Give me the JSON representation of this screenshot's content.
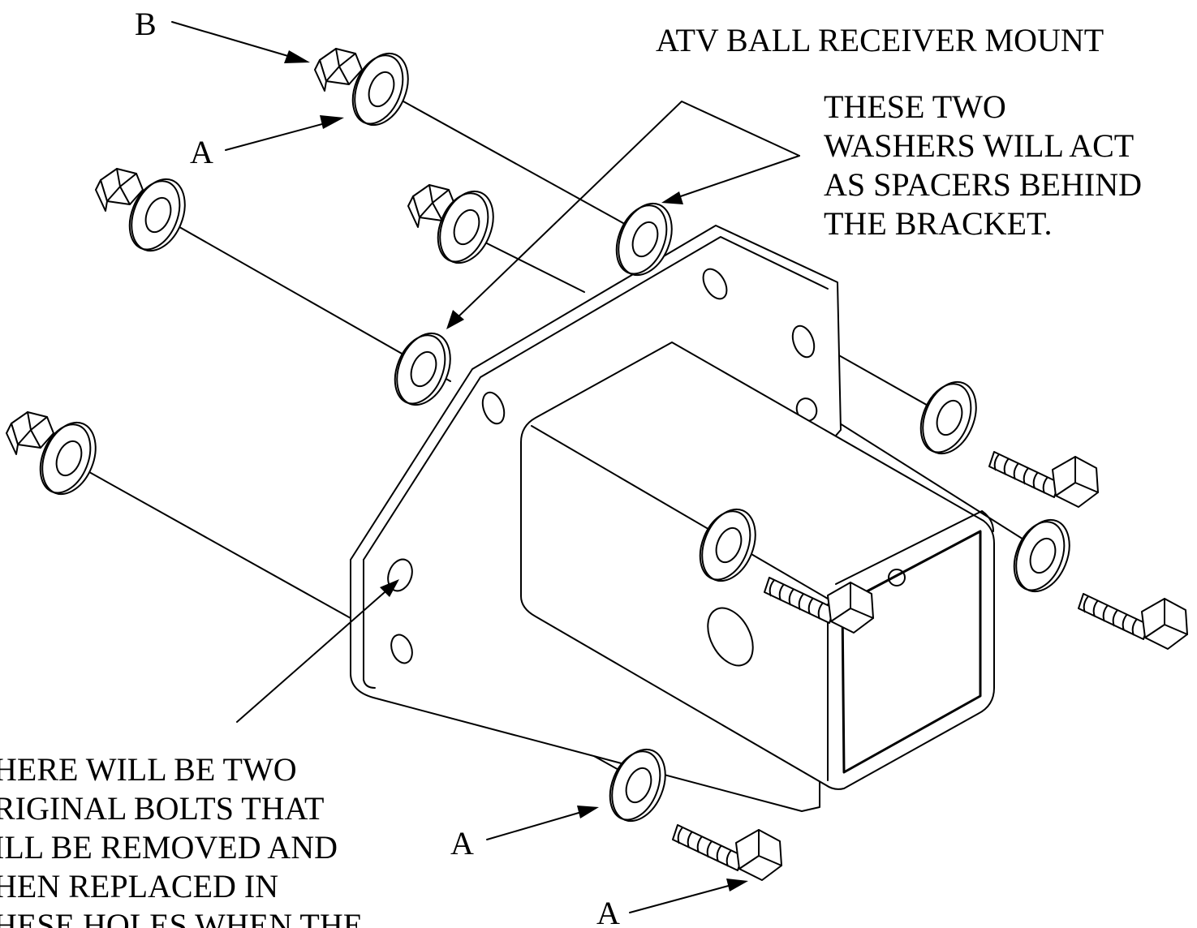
{
  "diagram": {
    "title": "ATV BALL RECEIVER MOUNT",
    "note_spacers": [
      "THESE TWO",
      "WASHERS WILL ACT",
      "AS SPACERS BEHIND",
      "THE BRACKET."
    ],
    "note_bolts": [
      "HERE WILL BE TWO",
      "RIGINAL BOLTS THAT",
      "ILL BE REMOVED AND",
      "HEN REPLACED IN",
      "HESE HOLES WHEN THE"
    ],
    "callouts": {
      "nut_top": "B",
      "washer_top": "A",
      "washer_bottom": "A",
      "bolt_bottom": "A"
    },
    "line_color": "#000000",
    "background": "#ffffff"
  }
}
